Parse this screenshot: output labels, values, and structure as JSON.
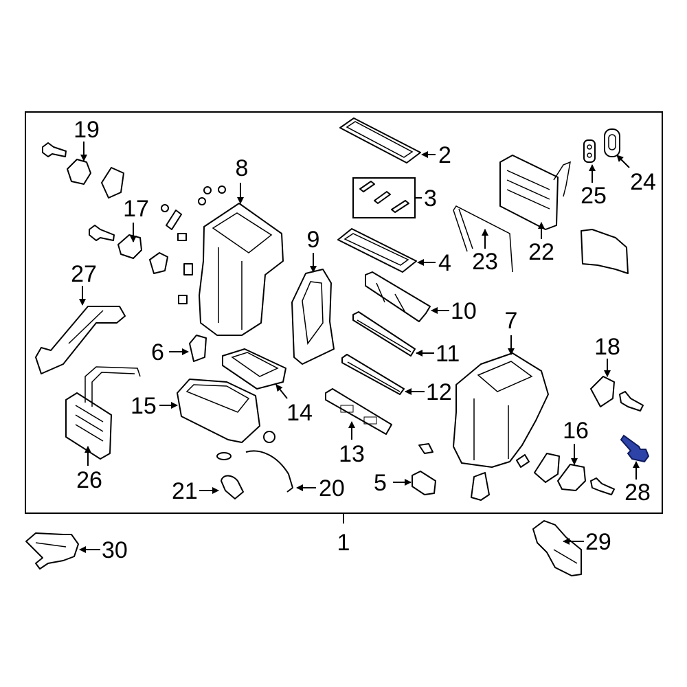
{
  "diagram": {
    "highlight_color": "#2d43a8",
    "callouts": {
      "c1": "1",
      "c2": "2",
      "c3": "3",
      "c4": "4",
      "c5": "5",
      "c6": "6",
      "c7": "7",
      "c8": "8",
      "c9": "9",
      "c10": "10",
      "c11": "11",
      "c12": "12",
      "c13": "13",
      "c14": "14",
      "c15": "15",
      "c16": "16",
      "c17": "17",
      "c18": "18",
      "c19": "19",
      "c20": "20",
      "c21": "21",
      "c22": "22",
      "c23": "23",
      "c24": "24",
      "c25": "25",
      "c26": "26",
      "c27": "27",
      "c28": "28",
      "c29": "29",
      "c30": "30"
    }
  }
}
